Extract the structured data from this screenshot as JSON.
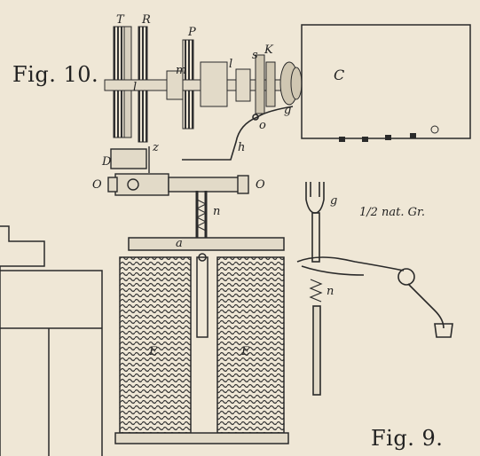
{
  "figure_titles": {
    "fig10": "Fig. 10.",
    "fig9": "Fig. 9."
  },
  "scale_note": "1/2 nat. Gr.",
  "labels": {
    "T": "T",
    "R": "R",
    "P": "P",
    "m": "m",
    "l_left": "l",
    "l_right": "l",
    "s": "s",
    "K": "K",
    "C": "C",
    "o_small": "o",
    "g_upper": "g",
    "h": "h",
    "z": "z",
    "D": "D",
    "O_left": "O",
    "O_right": "O",
    "n_upper": "n",
    "a": "a",
    "E_left": "E",
    "E_right": "E",
    "g_right": "g",
    "n_right": "n"
  },
  "colors": {
    "paper": "#efe7d6",
    "ink": "#2a2a2a"
  }
}
